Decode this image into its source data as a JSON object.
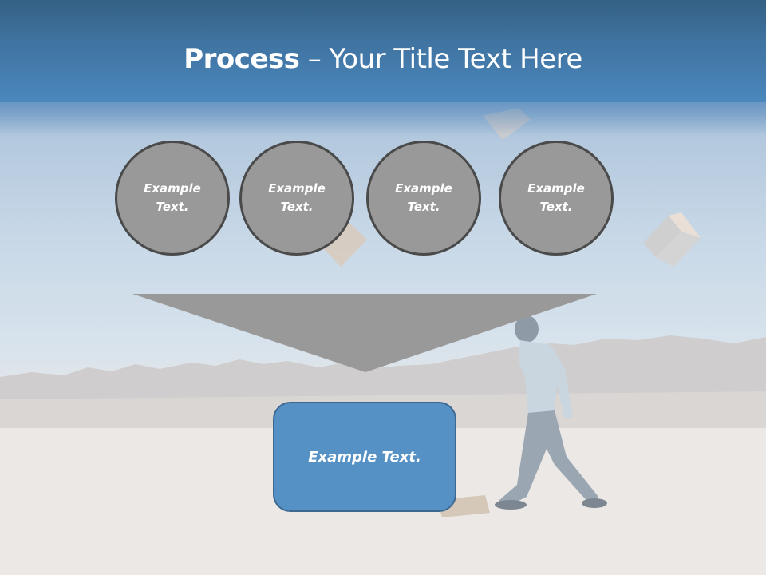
{
  "slide": {
    "title_bold": "Process",
    "title_rest": " – Your Title Text Here"
  },
  "process": {
    "steps": [
      {
        "label": "Example Text."
      },
      {
        "label": "Example Text."
      },
      {
        "label": "Example Text."
      },
      {
        "label": "Example Text."
      }
    ],
    "result": {
      "label": "Example Text."
    }
  },
  "colors": {
    "title_bar": "#4882b6",
    "circle_fill": "#999999",
    "circle_border": "#4a4a4a",
    "funnel_fill": "#999999",
    "result_fill": "#5591c4",
    "result_border": "#3d6991"
  },
  "background": {
    "description": "faded desert photo: businessman walking away from cardboard boxes, mountains on horizon"
  }
}
